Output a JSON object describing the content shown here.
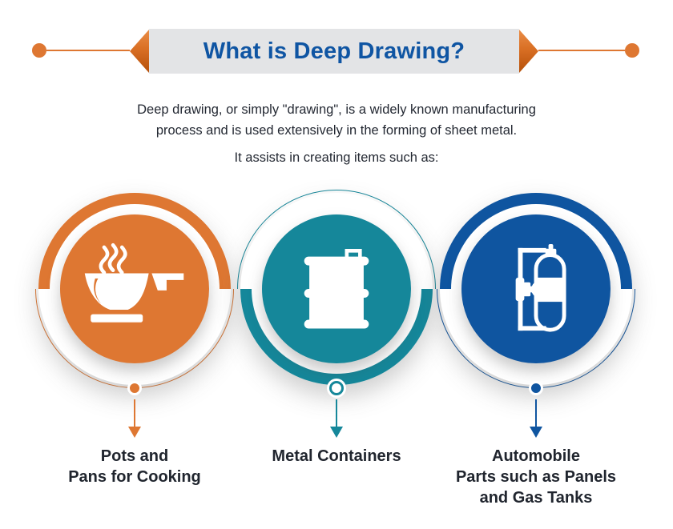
{
  "header": {
    "title": "What is Deep Drawing?",
    "title_color": "#0F55A3",
    "banner_bg": "#E3E4E6",
    "accent_orange": "#DE7732"
  },
  "intro": {
    "line1": "Deep drawing, or simply \"drawing\", is a widely known manufacturing",
    "line2": "process and is used extensively in the forming of sheet metal.",
    "subheading": "It assists in creating items such as:"
  },
  "items": [
    {
      "icon": "pot-icon",
      "color": "#DE7732",
      "fill_half": "top",
      "dot_style": "filled",
      "label_lines": [
        "Pots and",
        "Pans for Cooking"
      ]
    },
    {
      "icon": "barrel-icon",
      "color": "#15879A",
      "fill_half": "bottom",
      "dot_style": "outlined",
      "label_lines": [
        "Metal Containers"
      ]
    },
    {
      "icon": "gas-tank-icon",
      "color": "#0F55A0",
      "fill_half": "top",
      "dot_style": "filled",
      "label_lines": [
        "Automobile",
        "Parts such as Panels",
        "and Gas Tanks"
      ]
    }
  ]
}
